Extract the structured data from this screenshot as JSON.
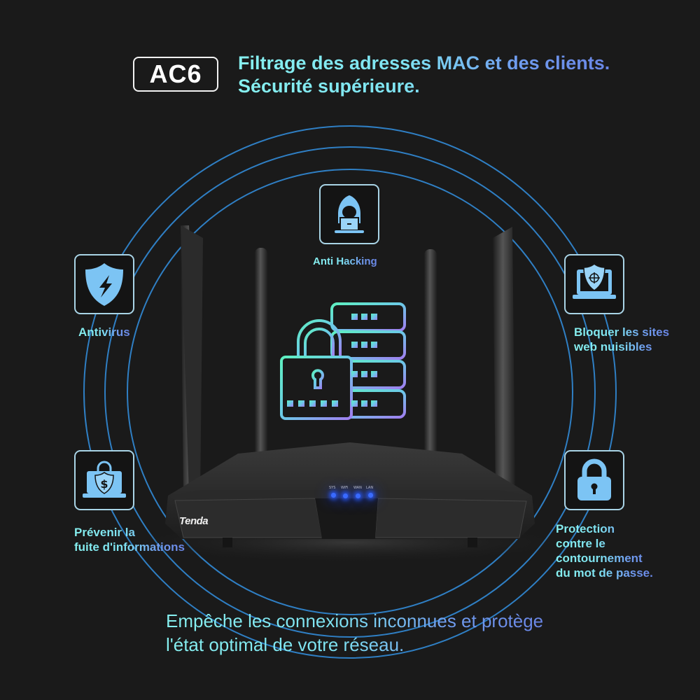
{
  "header": {
    "model_badge": "AC6",
    "headline_line1": "Filtrage des adresses MAC et des clients.",
    "headline_line2": "Sécurité supérieure."
  },
  "features": [
    {
      "id": "anti-hacking",
      "icon": "hacker-laptop-icon",
      "label_lines": [
        "Anti Hacking"
      ]
    },
    {
      "id": "antivirus",
      "icon": "shield-lightning-icon",
      "label_lines": [
        "Antivirus"
      ]
    },
    {
      "id": "block-harmful-sites",
      "icon": "laptop-shield-bug-icon",
      "label_lines": [
        "Bloquer les sites",
        "web nuisibles"
      ]
    },
    {
      "id": "prevent-info-leak",
      "icon": "laptop-lock-dollar-shield-icon",
      "label_lines": [
        "Prévenir la",
        "fuite d'informations"
      ]
    },
    {
      "id": "password-protection",
      "icon": "padlock-icon",
      "label_lines": [
        "Protection",
        "contre le",
        "contournement",
        "du mot de passe."
      ]
    }
  ],
  "center_graphic": {
    "icon": "server-rack-padlock-icon"
  },
  "router": {
    "brand": "Tenda",
    "led_labels": [
      "SYS",
      "WiFi",
      "WAN",
      "LAN"
    ],
    "led_color": "#3b6cff"
  },
  "footer": {
    "line1": "Empêche les connexions inconnues et protège",
    "line2": "l'état optimal de votre réseau."
  },
  "colors": {
    "background": "#1a1a1a",
    "text_cyan": "#86f0f0",
    "text_blue": "#6a86e6",
    "arc_blue": "#2f7fc4",
    "icon_fill": "#7cc4f4"
  }
}
